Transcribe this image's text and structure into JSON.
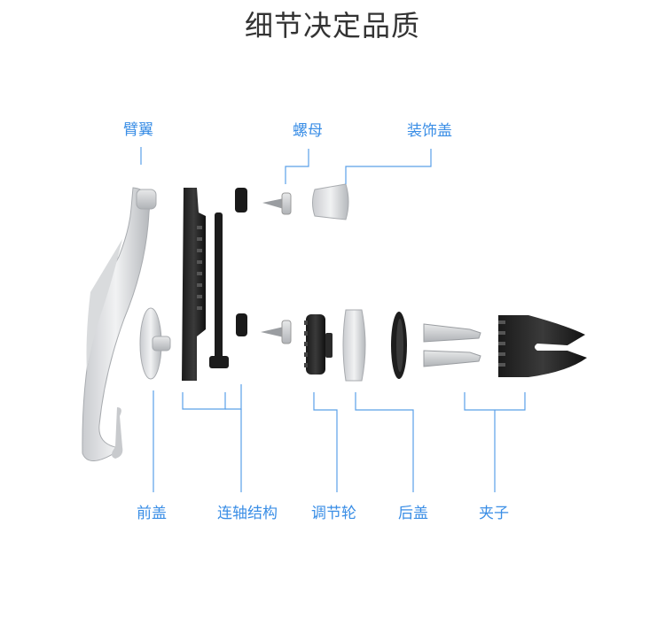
{
  "title": "细节决定品质",
  "colors": {
    "label": "#3a8ee6",
    "line": "#5aa0e8"
  },
  "labels": {
    "arm": "臂翼",
    "nut": "螺母",
    "decor_cap": "装饰盖",
    "front_cover": "前盖",
    "shaft": "连轴结构",
    "adjust_wheel": "调节轮",
    "back_cover": "后盖",
    "clip": "夹子"
  }
}
